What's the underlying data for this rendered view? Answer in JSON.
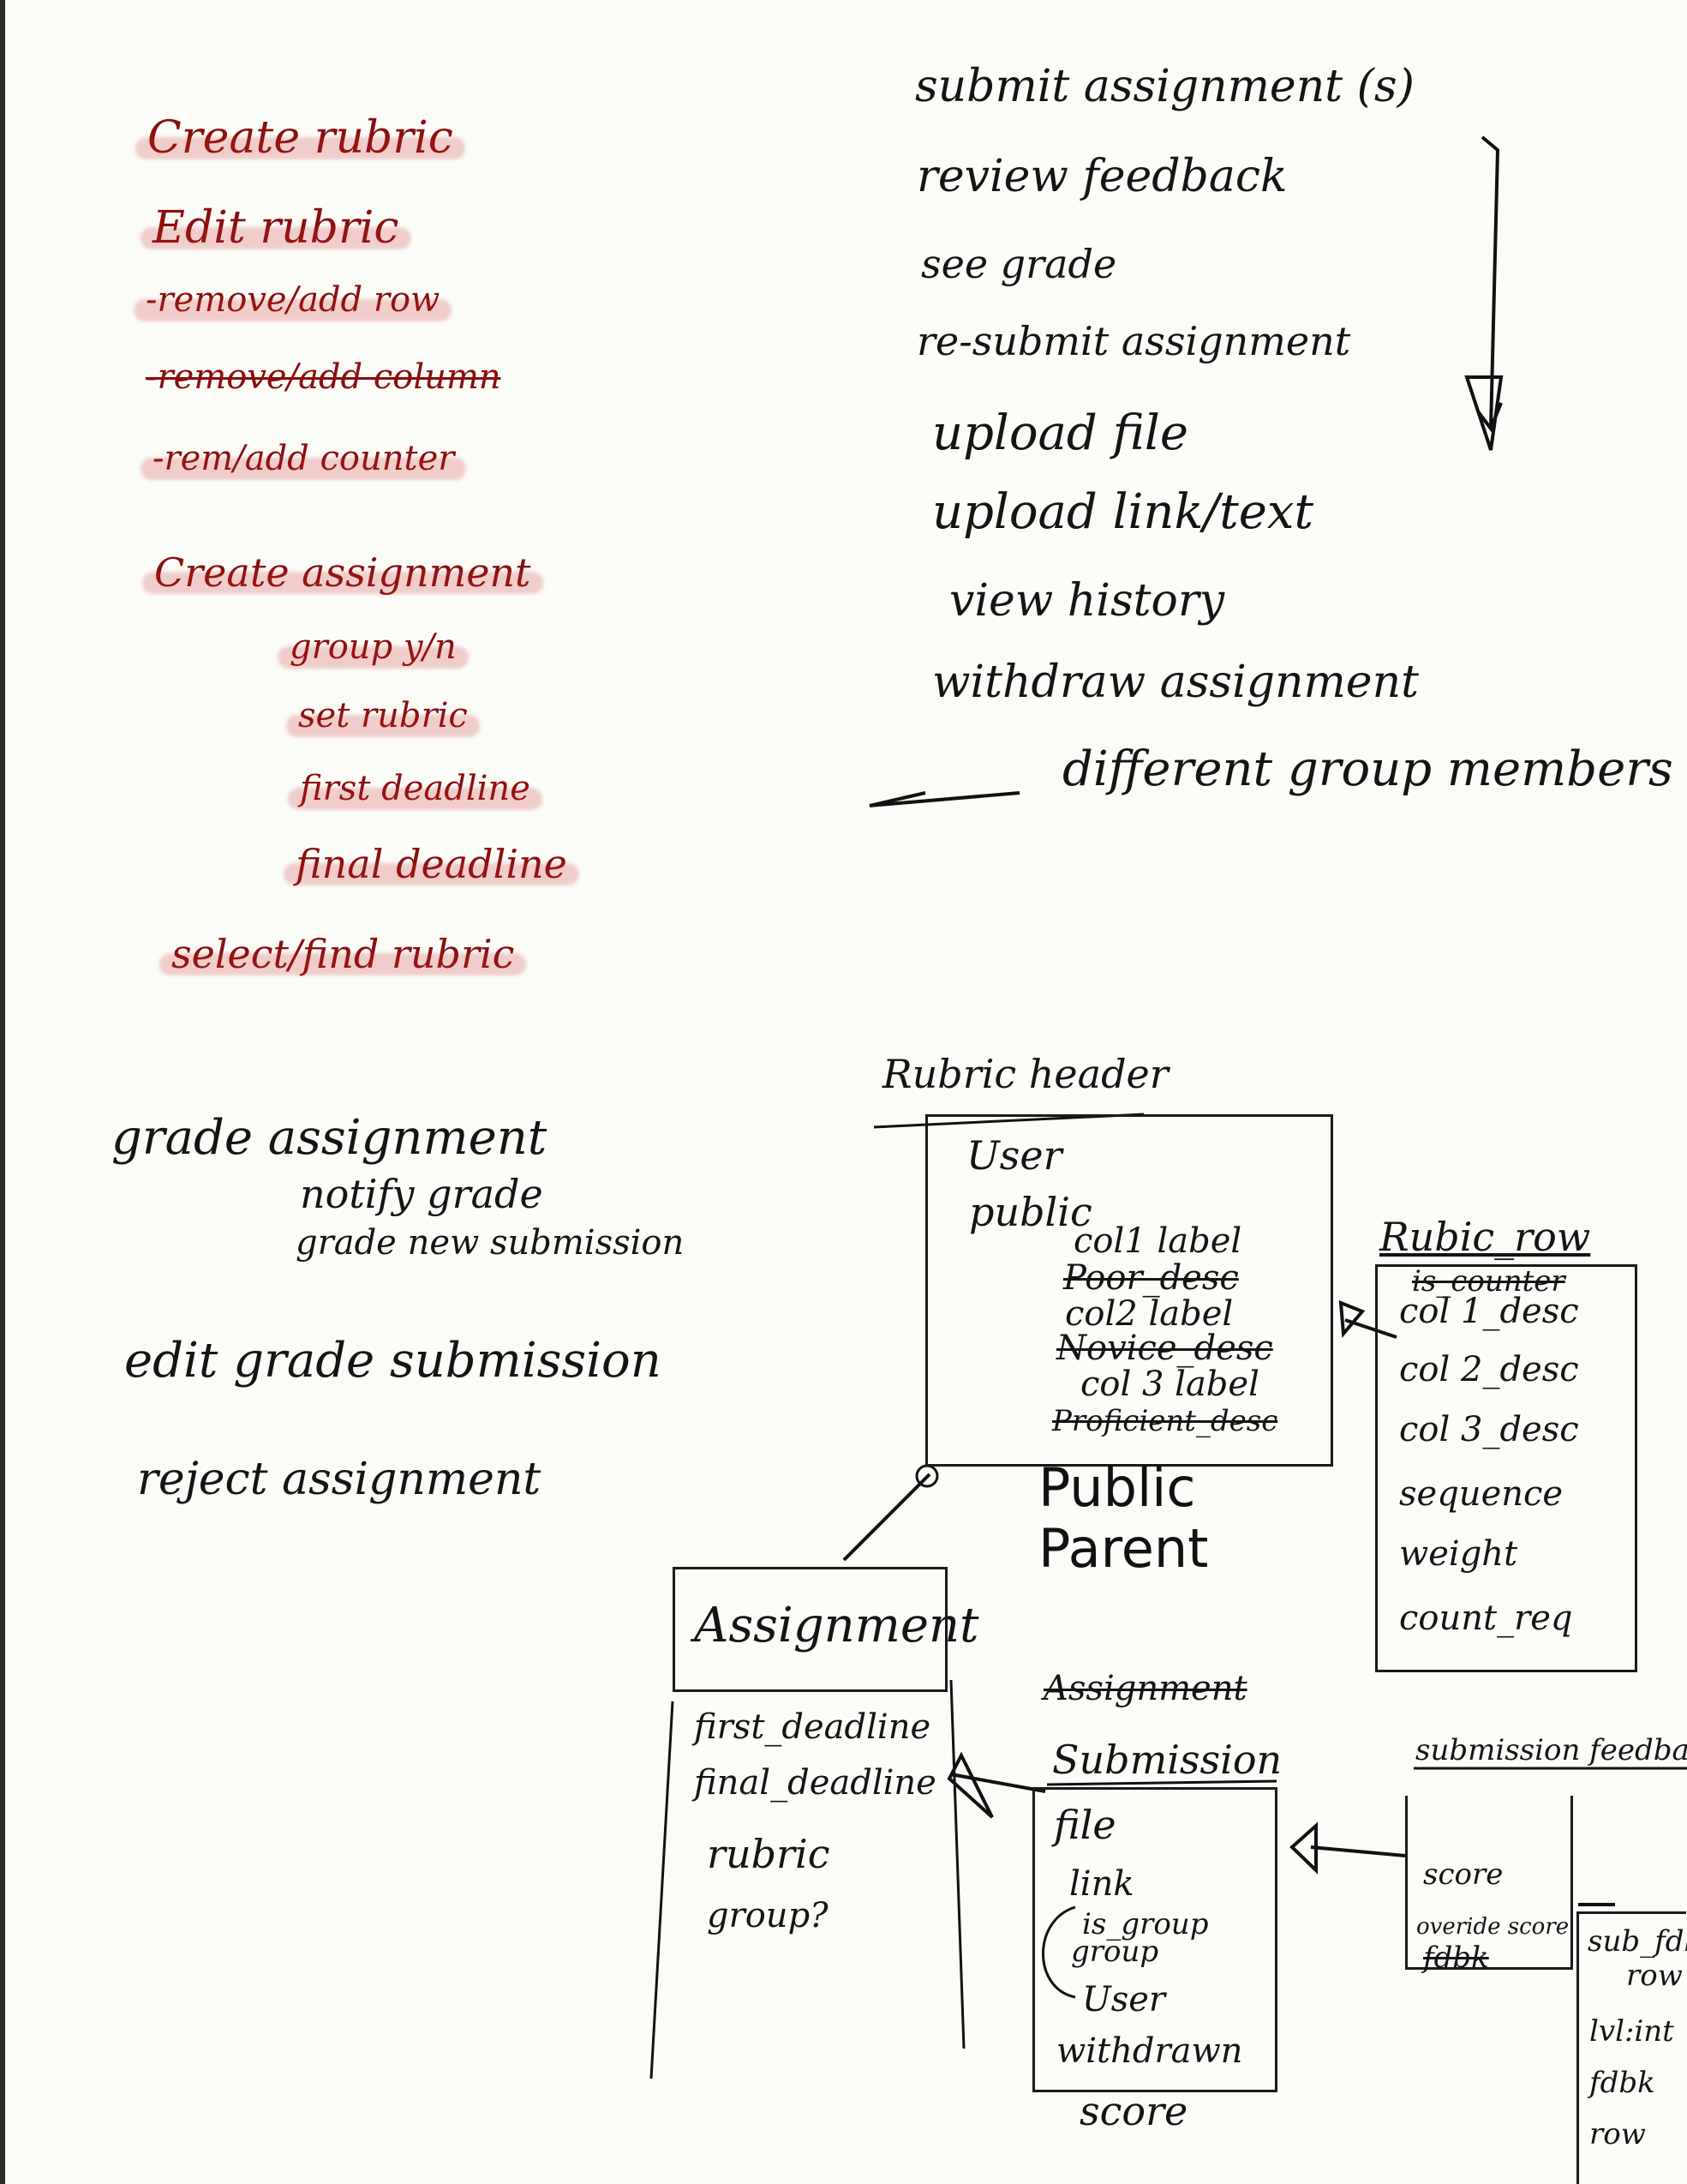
{
  "rubric_tasks": [
    "Create rubric",
    "Edit rubric",
    "-remove/add row",
    "-remove/add column",
    "-rem/add counter",
    "Create assignment",
    "group y/n",
    "set rubric",
    "first deadline",
    "final deadline",
    "select/find rubric"
  ],
  "student_tasks": [
    "submit assignment (s)",
    "review feedback",
    "see grade",
    "re-submit assignment",
    "upload file",
    "upload link/text",
    "view history",
    "withdraw assignment",
    "different group members"
  ],
  "grading_tasks": {
    "title": "grade assignment",
    "sub1": "notify grade",
    "sub2": "grade new submission",
    "edit": "edit grade submission",
    "reject": "reject assignment"
  },
  "rubric_header": {
    "title": "Rubric header",
    "fields": [
      "User",
      "public",
      "col1 label",
      "Poor_desc",
      "col2 label",
      "Novice_desc",
      "col 3 label",
      "Proficient_desc"
    ]
  },
  "public_parent": {
    "line1": "Public",
    "line2": "Parent"
  },
  "rubric_row": {
    "title": "Rubic_row",
    "fields": [
      "is_counter",
      "col 1_desc",
      "col 2_desc",
      "col 3_desc",
      "sequence",
      "weight",
      "count_req"
    ]
  },
  "assignment": {
    "title": "Assignment",
    "fields": [
      "first_deadline",
      "final_deadline",
      "rubric",
      "group?"
    ]
  },
  "submission": {
    "struck_title": "Assignment",
    "title": "Submission",
    "fields": [
      "file",
      "link",
      "is_group",
      "group",
      "User",
      "withdrawn"
    ],
    "footer": "score"
  },
  "submission_feedback": {
    "title": "submission feedback",
    "fields": [
      "score",
      "overide score",
      "fdbk"
    ]
  },
  "sub_fdbk_row": {
    "title": "sub_fdbk",
    "subtitle": "row",
    "fields": [
      "lvl:int",
      "fdbk",
      "row"
    ]
  }
}
